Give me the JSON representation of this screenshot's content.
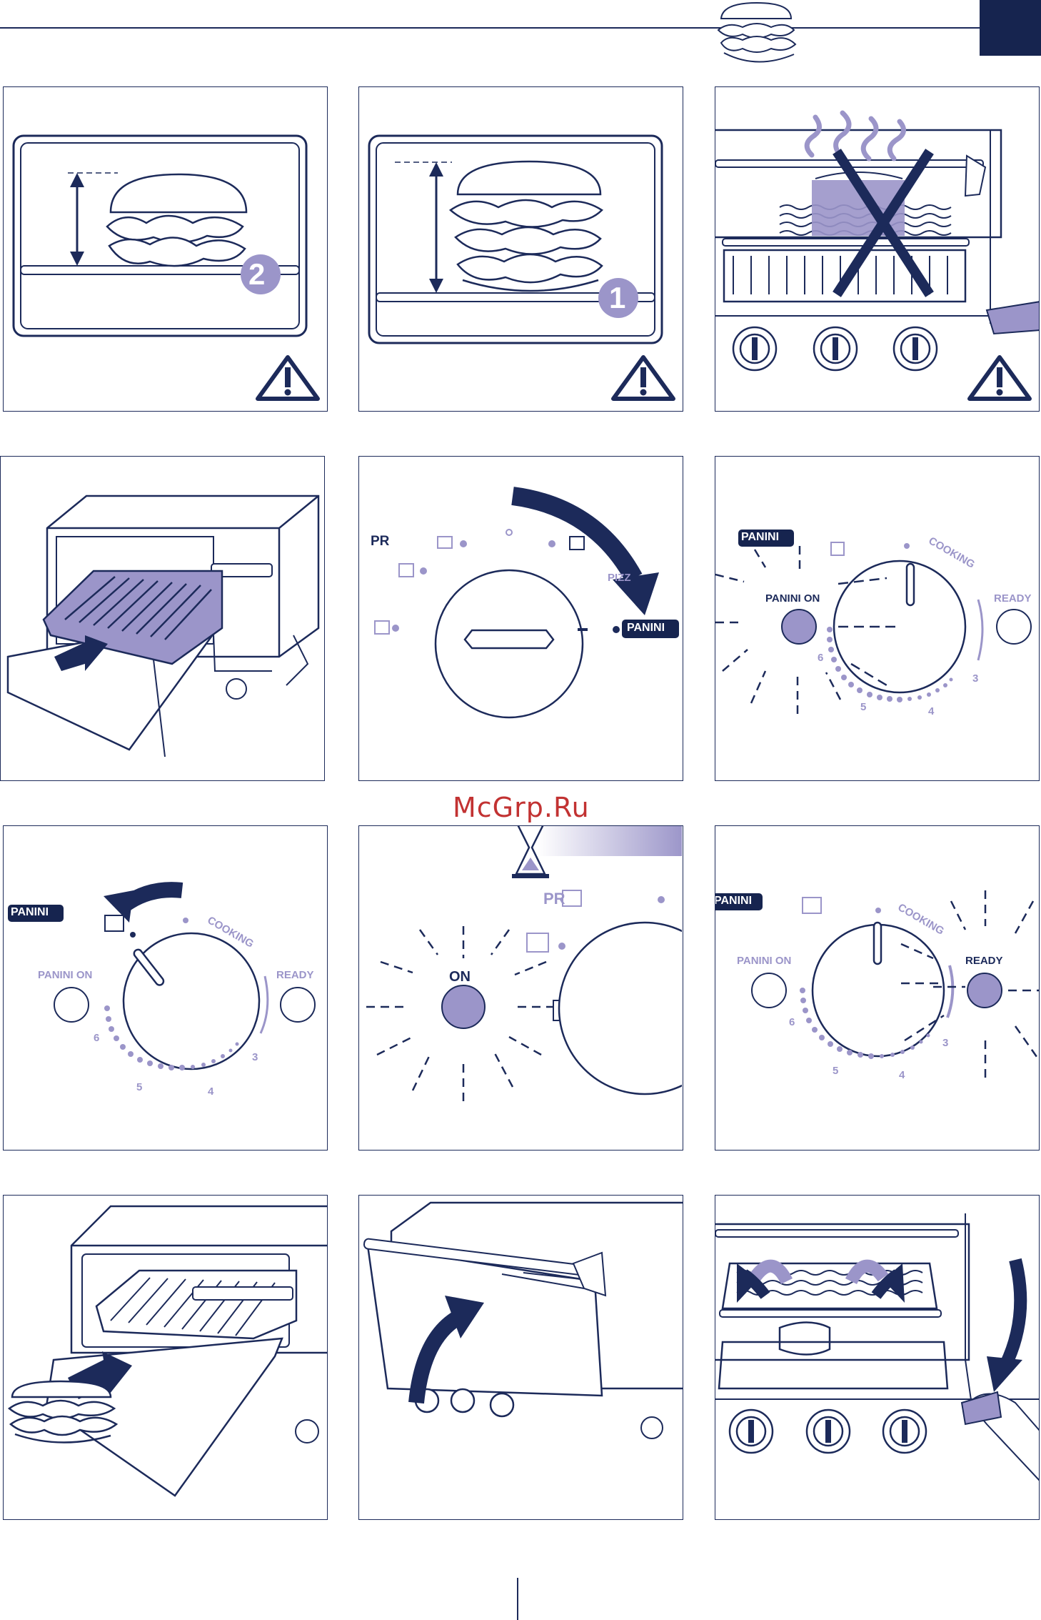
{
  "watermark": "McGrp.Ru",
  "colors": {
    "navy": "#1c2a5a",
    "lavender": "#9b95c9",
    "light_lavender": "#c9c6e6",
    "dark_tab": "#16244f"
  },
  "header": {
    "icon": "sandwich-icon"
  },
  "panels": {
    "p1": {
      "badge": "2",
      "icon": "warning-icon"
    },
    "p2": {
      "badge": "1",
      "icon": "warning-icon"
    },
    "p3": {
      "icon": "warning-icon"
    },
    "p5": {
      "pr": "PR",
      "pizza": "PIZZ",
      "panini": "PANINI"
    },
    "p6": {
      "panini_tag": "PANINI",
      "panini_on": "PANINI ON",
      "cooking": "COOKING",
      "ready": "READY",
      "n3": "3",
      "n4": "4",
      "n5": "5",
      "n6": "6"
    },
    "p7": {
      "panini_tag": "PANINI",
      "panini_on": "PANINI ON",
      "cooking": "COOKING",
      "ready": "READY",
      "n3": "3",
      "n4": "4",
      "n5": "5",
      "n6": "6"
    },
    "p8": {
      "pr": "PR",
      "on": "ON"
    },
    "p9": {
      "panini_tag": "PANINI",
      "panini_on": "PANINI ON",
      "cooking": "COOKING",
      "ready": "READY",
      "n3": "3",
      "n4": "4",
      "n5": "5",
      "n6": "6"
    }
  }
}
